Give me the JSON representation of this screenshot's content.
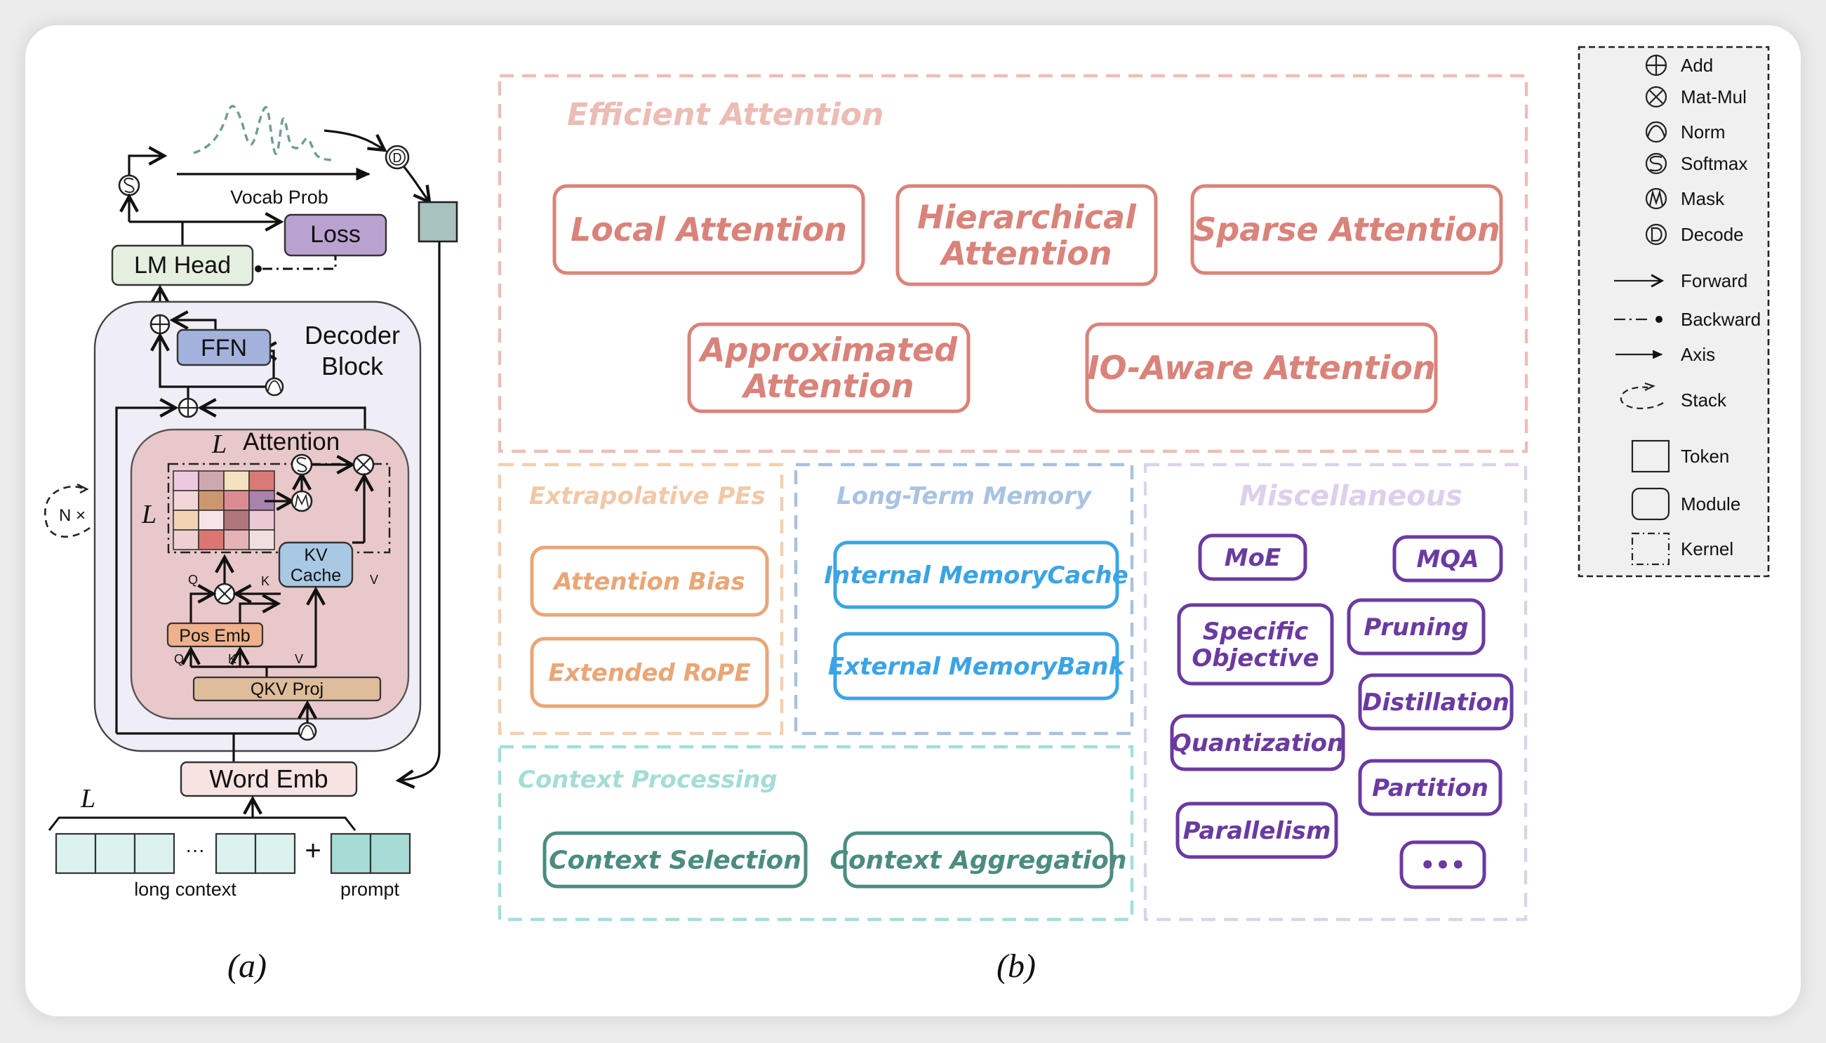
{
  "panel_a": {
    "caption": "(a)",
    "vocab_prob": "Vocab Prob",
    "loss": "Loss",
    "lm_head": "LM Head",
    "decoder_block": [
      "Decoder",
      "Block"
    ],
    "ffn": "FFN",
    "attention_label": "Attention",
    "seq_symbol": "L",
    "stack_label": "N ×",
    "q": "Q",
    "k": "K",
    "v": "V",
    "kv_cache": [
      "KV",
      "Cache"
    ],
    "pos_emb": "Pos Emb",
    "qkv_proj": "QKV Proj",
    "word_emb": "Word Emb",
    "ellipsis": "···",
    "plus": "+",
    "long_context": "long context",
    "prompt": "prompt",
    "attention_matrix_colors": [
      [
        "#ecc9de",
        "#cfa7ae",
        "#f3e1bf",
        "#d97a76"
      ],
      [
        "#f3d6d8",
        "#cc966f",
        "#dd8b92",
        "#a883ad"
      ],
      [
        "#f2d3b4",
        "#f6e4e6",
        "#b1767b",
        "#ecc7d4"
      ],
      [
        "#efcfd1",
        "#da7773",
        "#e5b3b6",
        "#f1dfe0"
      ]
    ],
    "colors": {
      "loss": "#baa2d0",
      "lm_head": "#e5efdf",
      "ffn": "#a3b2dd",
      "decoder_bg": "#efedf5",
      "attention_bg": "#e9c8ca",
      "kv_cache": "#a9c8e4",
      "pos_emb": "#efb08c",
      "qkv_proj": "#dfbc9a",
      "word_emb": "#f8e3e3",
      "context_token": "#dbf2ef",
      "prompt_token": "#a7dcd6",
      "decoded_token": "#a7c2bf",
      "vocab_curve": "#6e9c93"
    }
  },
  "panel_b": {
    "caption": "(b)",
    "sections": [
      {
        "id": "efficient-attention",
        "title": "Efficient Attention",
        "color": "#d9837a",
        "title_color": "#ecbcb5",
        "border_color": "#efbdb6",
        "items": [
          [
            "Local Attention"
          ],
          [
            "Hierarchical",
            "Attention"
          ],
          [
            "Sparse Attention"
          ],
          [
            "Approximated",
            "Attention"
          ],
          [
            "IO-Aware Attention"
          ]
        ]
      },
      {
        "id": "extrapolative-pes",
        "title": "Extrapolative PEs",
        "color": "#e9a676",
        "title_color": "#f0c9a8",
        "border_color": "#f3cfb0",
        "items": [
          [
            "Attention Bias"
          ],
          [
            "Extended RoPE"
          ]
        ]
      },
      {
        "id": "long-term-memory",
        "title": "Long-Term Memory",
        "color": "#3aa4e4",
        "title_color": "#a9c3e2",
        "border_color": "#a9c1dd",
        "items": [
          [
            "Internal MemoryCache"
          ],
          [
            "External MemoryBank"
          ]
        ]
      },
      {
        "id": "miscellaneous",
        "title": "Miscellaneous",
        "color": "#6a3aa1",
        "title_color": "#ddd0eb",
        "border_color": "#ddd2ea",
        "items": [
          [
            "MoE"
          ],
          [
            "MQA"
          ],
          [
            "Specific",
            "Objective"
          ],
          [
            "Pruning"
          ],
          [
            "Distillation"
          ],
          [
            "Quantization"
          ],
          [
            "Partition"
          ],
          [
            "Parallelism"
          ],
          [
            "•••"
          ]
        ]
      },
      {
        "id": "context-processing",
        "title": "Context Processing",
        "color": "#4b8c80",
        "title_color": "#a5ddd6",
        "border_color": "#a0e0d8",
        "items": [
          [
            "Context Selection"
          ],
          [
            "Context Aggregation"
          ]
        ]
      }
    ]
  },
  "legend": {
    "items": [
      {
        "icon": "add-icon",
        "label": "Add"
      },
      {
        "icon": "matmul-icon",
        "label": "Mat-Mul"
      },
      {
        "icon": "norm-icon",
        "label": "Norm"
      },
      {
        "icon": "softmax-icon",
        "label": "Softmax"
      },
      {
        "icon": "mask-icon",
        "label": "Mask"
      },
      {
        "icon": "decode-icon",
        "label": "Decode"
      },
      {
        "icon": "forward-arrow-icon",
        "label": "Forward"
      },
      {
        "icon": "backward-line-icon",
        "label": "Backward"
      },
      {
        "icon": "axis-arrow-icon",
        "label": "Axis"
      },
      {
        "icon": "stack-loop-icon",
        "label": "Stack"
      },
      {
        "icon": "token-square-icon",
        "label": "Token"
      },
      {
        "icon": "module-rounded-icon",
        "label": "Module"
      },
      {
        "icon": "kernel-dashed-icon",
        "label": "Kernel"
      }
    ]
  }
}
